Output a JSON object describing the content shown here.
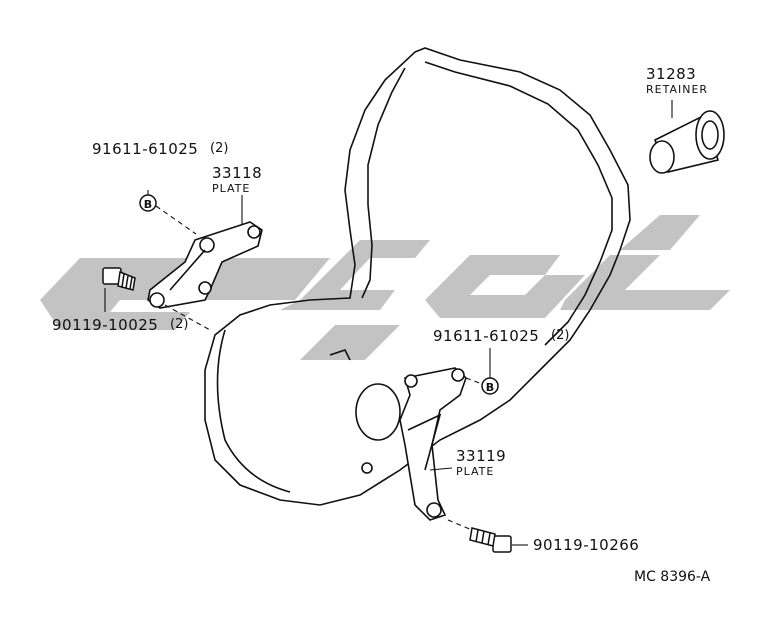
{
  "parts": {
    "retainer": {
      "number": "31283",
      "name": "RETAINER"
    },
    "plate_upper": {
      "number": "33118",
      "name": "PLATE"
    },
    "plate_lower": {
      "number": "33119",
      "name": "PLATE"
    },
    "bolt_upper": {
      "number": "91611-61025",
      "qty": "(2)",
      "marker": "B"
    },
    "bolt_lower": {
      "number": "91611-61025",
      "qty": "(2)",
      "marker": "B"
    },
    "stud_upper": {
      "number": "90119-10025",
      "qty": "(2)"
    },
    "stud_lower": {
      "number": "90119-10266"
    }
  },
  "diagram_code": "MC 8396-A",
  "colors": {
    "line": "#111111",
    "watermark": "#bdbdbd"
  }
}
